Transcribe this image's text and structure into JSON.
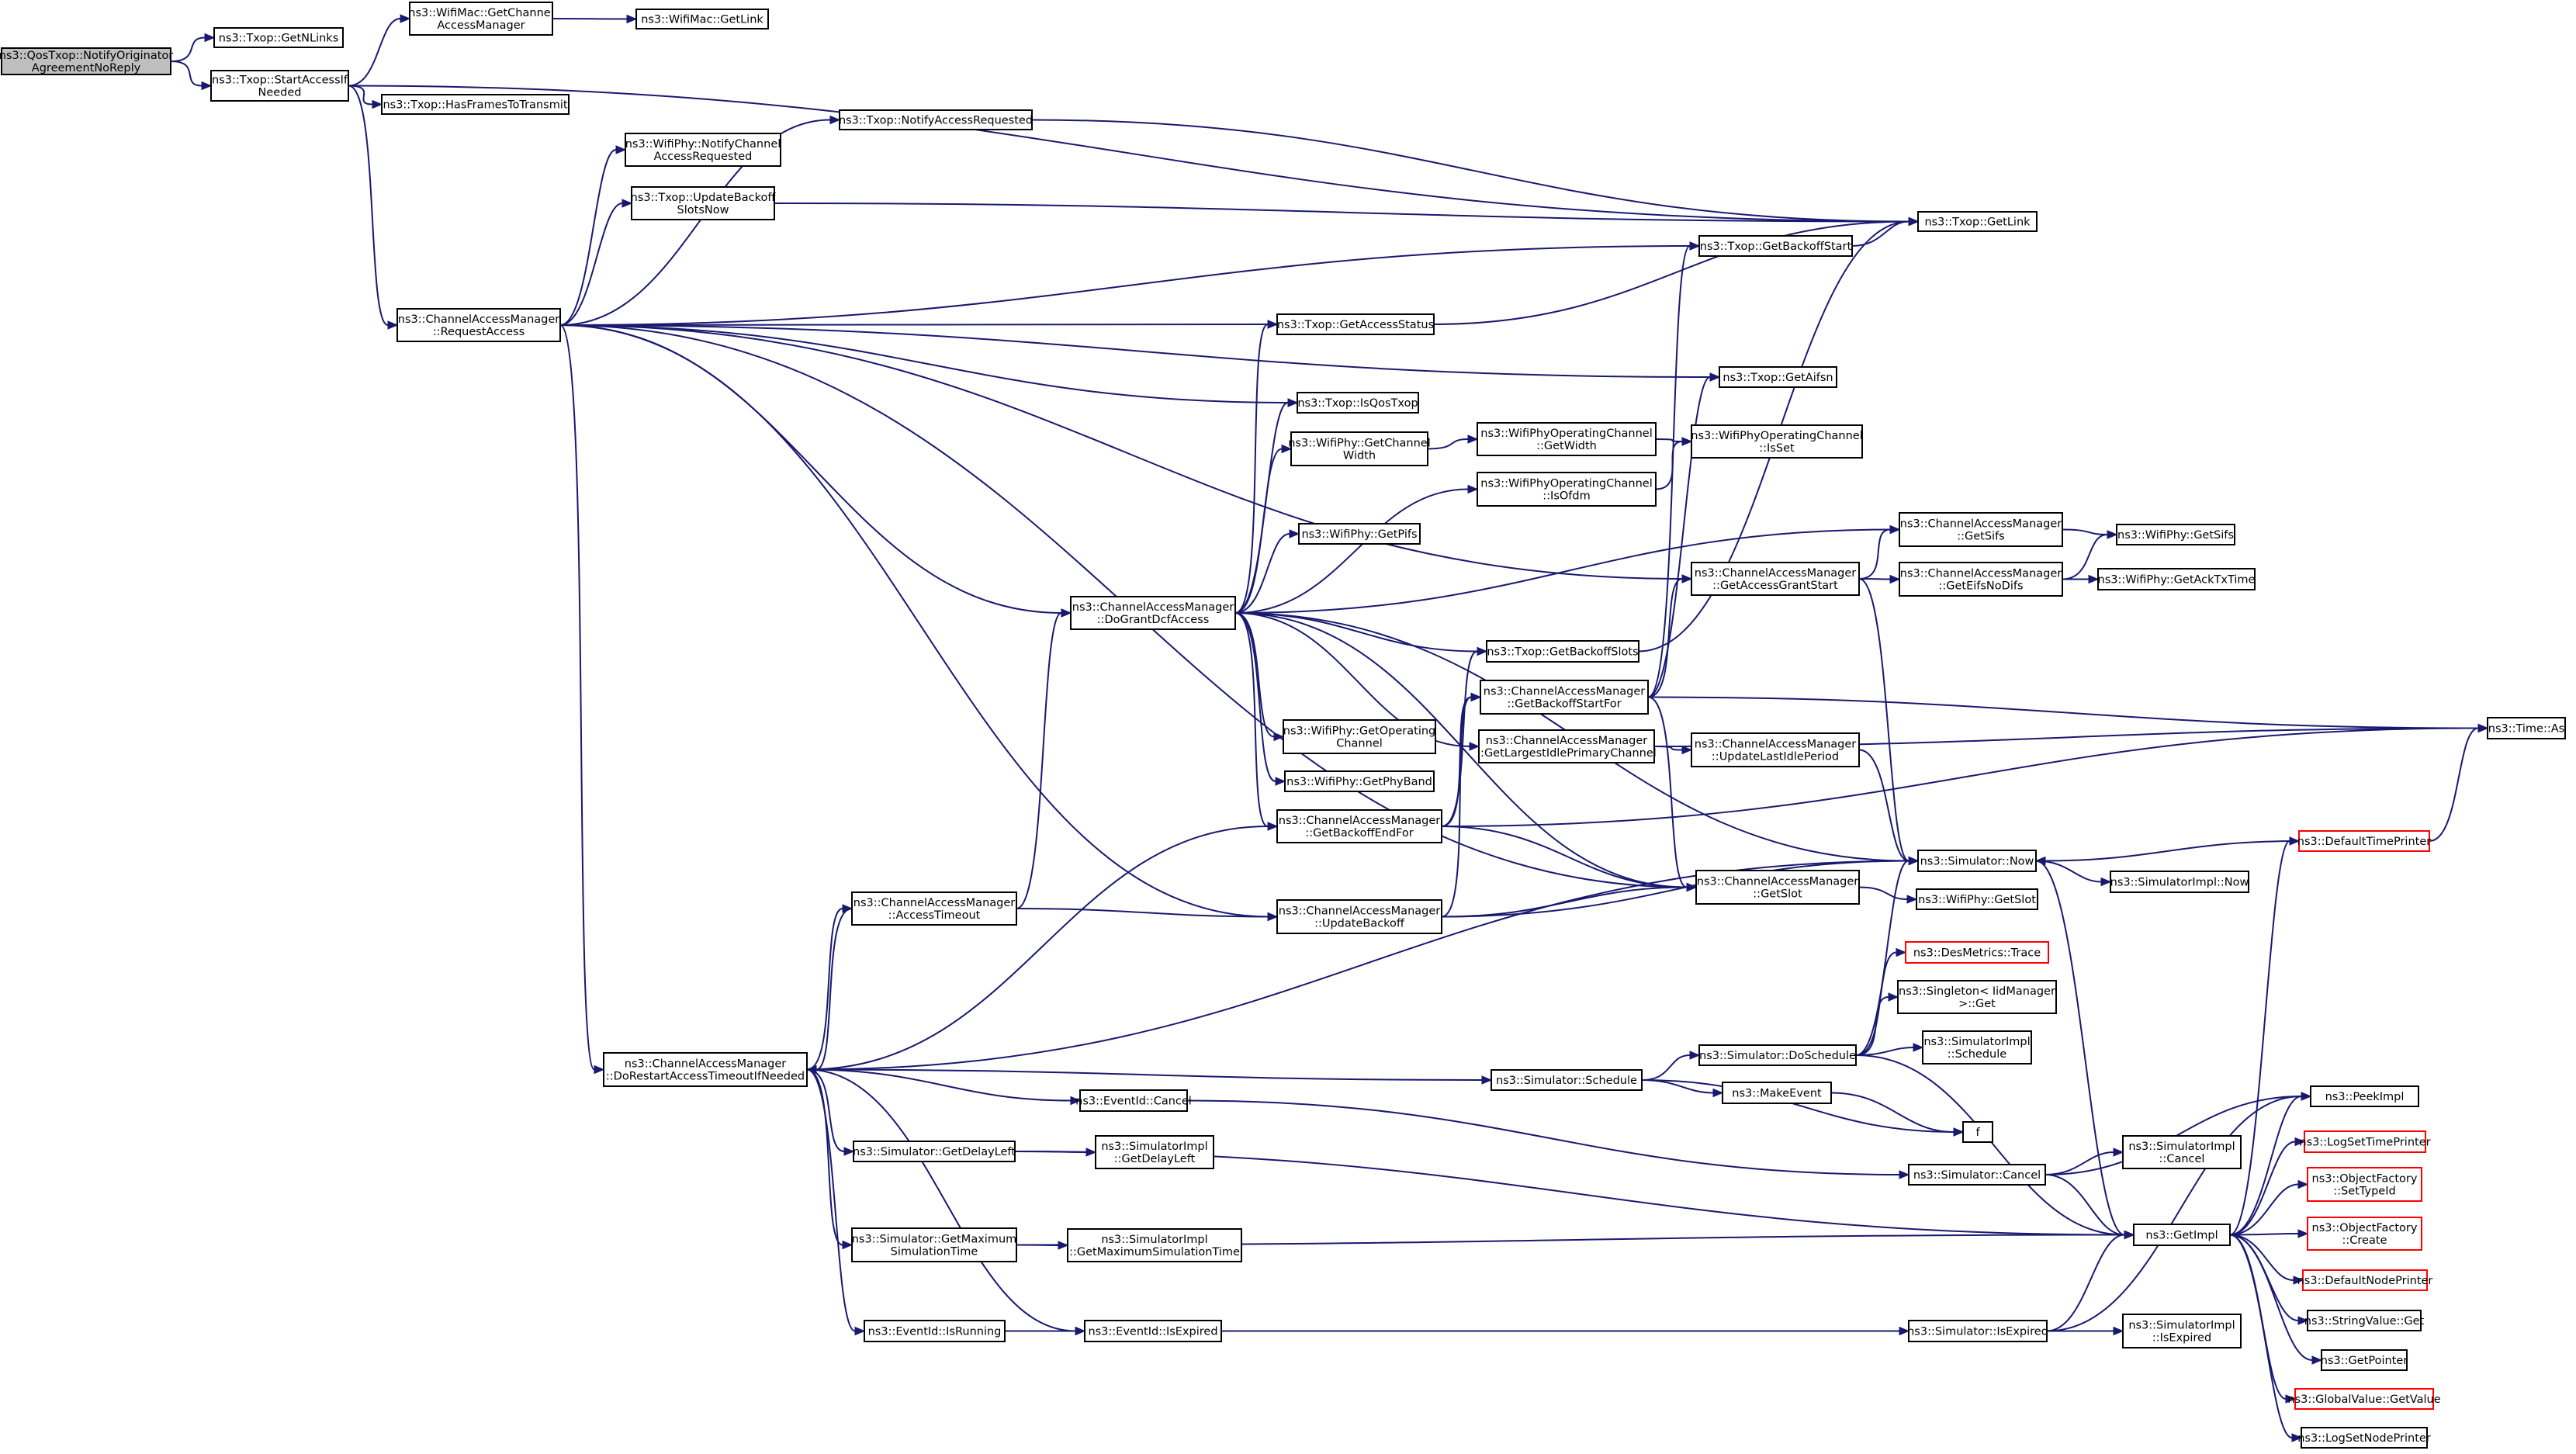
{
  "nodes": [
    {
      "id": "root",
      "lines": [
        "ns3::QosTxop::NotifyOriginator",
        "AgreementNoReply"
      ],
      "style": "root"
    },
    {
      "id": "txop_getnlinks",
      "lines": [
        "ns3::Txop::GetNLinks"
      ]
    },
    {
      "id": "txop_startaccess",
      "lines": [
        "ns3::Txop::StartAccessIf",
        "Needed"
      ]
    },
    {
      "id": "wifimac_getcam",
      "lines": [
        "ns3::WifiMac::GetChannel",
        "AccessManager"
      ]
    },
    {
      "id": "wifimac_getlink",
      "lines": [
        "ns3::WifiMac::GetLink"
      ]
    },
    {
      "id": "txop_hasframes",
      "lines": [
        "ns3::Txop::HasFramesToTransmit"
      ]
    },
    {
      "id": "txop_notifyaccess",
      "lines": [
        "ns3::Txop::NotifyAccessRequested"
      ]
    },
    {
      "id": "wifiphy_notifychan",
      "lines": [
        "ns3::WifiPhy::NotifyChannel",
        "AccessRequested"
      ]
    },
    {
      "id": "txop_updatebackoff",
      "lines": [
        "ns3::Txop::UpdateBackoff",
        "SlotsNow"
      ]
    },
    {
      "id": "cam_requestaccess",
      "lines": [
        "ns3::ChannelAccessManager",
        "::RequestAccess"
      ]
    },
    {
      "id": "txop_getlink",
      "lines": [
        "ns3::Txop::GetLink"
      ]
    },
    {
      "id": "txop_getbackoffstart",
      "lines": [
        "ns3::Txop::GetBackoffStart"
      ]
    },
    {
      "id": "txop_getaccessstatus",
      "lines": [
        "ns3::Txop::GetAccessStatus"
      ]
    },
    {
      "id": "txop_getaifsn",
      "lines": [
        "ns3::Txop::GetAifsn"
      ]
    },
    {
      "id": "txop_isqostxop",
      "lines": [
        "ns3::Txop::IsQosTxop"
      ]
    },
    {
      "id": "wifiphy_getchanwidth",
      "lines": [
        "ns3::WifiPhy::GetChannel",
        "Width"
      ]
    },
    {
      "id": "wpoc_getwidth",
      "lines": [
        "ns3::WifiPhyOperatingChannel",
        "::GetWidth"
      ]
    },
    {
      "id": "wpoc_isset",
      "lines": [
        "ns3::WifiPhyOperatingChannel",
        "::IsSet"
      ]
    },
    {
      "id": "wpoc_isofdm",
      "lines": [
        "ns3::WifiPhyOperatingChannel",
        "::IsOfdm"
      ]
    },
    {
      "id": "wifiphy_getpifs",
      "lines": [
        "ns3::WifiPhy::GetPifs"
      ]
    },
    {
      "id": "cam_getsifs",
      "lines": [
        "ns3::ChannelAccessManager",
        "::GetSifs"
      ]
    },
    {
      "id": "wifiphy_getsifs",
      "lines": [
        "ns3::WifiPhy::GetSifs"
      ]
    },
    {
      "id": "cam_dogrant",
      "lines": [
        "ns3::ChannelAccessManager",
        "::DoGrantDcfAccess"
      ]
    },
    {
      "id": "cam_getaccessgrantstart",
      "lines": [
        "ns3::ChannelAccessManager",
        "::GetAccessGrantStart"
      ]
    },
    {
      "id": "cam_geteifsnodifs",
      "lines": [
        "ns3::ChannelAccessManager",
        "::GetEifsNoDifs"
      ]
    },
    {
      "id": "wifiphy_getacktxtime",
      "lines": [
        "ns3::WifiPhy::GetAckTxTime"
      ]
    },
    {
      "id": "txop_getbackoffslots",
      "lines": [
        "ns3::Txop::GetBackoffSlots"
      ]
    },
    {
      "id": "cam_getbackoffstartfor",
      "lines": [
        "ns3::ChannelAccessManager",
        "::GetBackoffStartFor"
      ]
    },
    {
      "id": "time_as",
      "lines": [
        "ns3::Time::As"
      ]
    },
    {
      "id": "cam_getlargestidle",
      "lines": [
        "ns3::ChannelAccessManager",
        "::GetLargestIdlePrimaryChannel"
      ]
    },
    {
      "id": "cam_updatelastidle",
      "lines": [
        "ns3::ChannelAccessManager",
        "::UpdateLastIdlePeriod"
      ]
    },
    {
      "id": "wifiphy_getopchan",
      "lines": [
        "ns3::WifiPhy::GetOperating",
        "Channel"
      ]
    },
    {
      "id": "wifiphy_getphyband",
      "lines": [
        "ns3::WifiPhy::GetPhyBand"
      ]
    },
    {
      "id": "cam_getbackoffendfor",
      "lines": [
        "ns3::ChannelAccessManager",
        "::GetBackoffEndFor"
      ]
    },
    {
      "id": "defaulttimeprinter",
      "lines": [
        "ns3::DefaultTimePrinter"
      ],
      "style": "red"
    },
    {
      "id": "sim_now",
      "lines": [
        "ns3::Simulator::Now"
      ]
    },
    {
      "id": "simimpl_now",
      "lines": [
        "ns3::SimulatorImpl::Now"
      ]
    },
    {
      "id": "cam_accesstimeout",
      "lines": [
        "ns3::ChannelAccessManager",
        "::AccessTimeout"
      ]
    },
    {
      "id": "cam_updatebackoff",
      "lines": [
        "ns3::ChannelAccessManager",
        "::UpdateBackoff"
      ]
    },
    {
      "id": "cam_getslot",
      "lines": [
        "ns3::ChannelAccessManager",
        "::GetSlot"
      ]
    },
    {
      "id": "wifiphy_getslot",
      "lines": [
        "ns3::WifiPhy::GetSlot"
      ]
    },
    {
      "id": "desmetrics_trace",
      "lines": [
        "ns3::DesMetrics::Trace"
      ],
      "style": "red"
    },
    {
      "id": "singleton_get",
      "lines": [
        "ns3::Singleton< IidManager",
        ">::Get"
      ]
    },
    {
      "id": "simimpl_schedule",
      "lines": [
        "ns3::SimulatorImpl",
        "::Schedule"
      ]
    },
    {
      "id": "cam_dorestart",
      "lines": [
        "ns3::ChannelAccessManager",
        "::DoRestartAccessTimeoutIfNeeded"
      ]
    },
    {
      "id": "sim_schedule",
      "lines": [
        "ns3::Simulator::Schedule"
      ]
    },
    {
      "id": "sim_doschedule",
      "lines": [
        "ns3::Simulator::DoSchedule"
      ]
    },
    {
      "id": "makeevent",
      "lines": [
        "ns3::MakeEvent"
      ]
    },
    {
      "id": "f",
      "lines": [
        "f"
      ]
    },
    {
      "id": "eventid_cancel",
      "lines": [
        "ns3::EventId::Cancel"
      ]
    },
    {
      "id": "peekimpl",
      "lines": [
        "ns3::PeekImpl"
      ]
    },
    {
      "id": "sim_getdelayleft",
      "lines": [
        "ns3::Simulator::GetDelayLeft"
      ]
    },
    {
      "id": "simimpl_getdelayleft",
      "lines": [
        "ns3::SimulatorImpl",
        "::GetDelayLeft"
      ]
    },
    {
      "id": "simimpl_cancel",
      "lines": [
        "ns3::SimulatorImpl",
        "::Cancel"
      ]
    },
    {
      "id": "logsettimeprinter",
      "lines": [
        "ns3::LogSetTimePrinter"
      ],
      "style": "red"
    },
    {
      "id": "sim_cancel",
      "lines": [
        "ns3::Simulator::Cancel"
      ]
    },
    {
      "id": "objfactory_settypeid",
      "lines": [
        "ns3::ObjectFactory",
        "::SetTypeId"
      ],
      "style": "red"
    },
    {
      "id": "getimpl",
      "lines": [
        "ns3::GetImpl"
      ]
    },
    {
      "id": "objfactory_create",
      "lines": [
        "ns3::ObjectFactory",
        "::Create"
      ],
      "style": "red"
    },
    {
      "id": "sim_getmaxsimtime",
      "lines": [
        "ns3::Simulator::GetMaximum",
        "SimulationTime"
      ]
    },
    {
      "id": "simimpl_getmaxsimtime",
      "lines": [
        "ns3::SimulatorImpl",
        "::GetMaximumSimulationTime"
      ]
    },
    {
      "id": "defaultnodeprinter",
      "lines": [
        "ns3::DefaultNodePrinter"
      ],
      "style": "red"
    },
    {
      "id": "stringvalue_get",
      "lines": [
        "ns3::StringValue::Get"
      ]
    },
    {
      "id": "eventid_isrunning",
      "lines": [
        "ns3::EventId::IsRunning"
      ]
    },
    {
      "id": "eventid_isexpired",
      "lines": [
        "ns3::EventId::IsExpired"
      ]
    },
    {
      "id": "sim_isexpired",
      "lines": [
        "ns3::Simulator::IsExpired"
      ]
    },
    {
      "id": "simimpl_isexpired",
      "lines": [
        "ns3::SimulatorImpl",
        "::IsExpired"
      ]
    },
    {
      "id": "getpointer",
      "lines": [
        "ns3::GetPointer"
      ]
    },
    {
      "id": "globalvalue_getvalue",
      "lines": [
        "ns3::GlobalValue::GetValue"
      ],
      "style": "red"
    },
    {
      "id": "logsetnodeprinter",
      "lines": [
        "ns3::LogSetNodePrinter"
      ]
    }
  ],
  "edges": [
    [
      "root",
      "txop_getnlinks"
    ],
    [
      "root",
      "txop_startaccess"
    ],
    [
      "txop_startaccess",
      "wifimac_getcam"
    ],
    [
      "wifimac_getcam",
      "wifimac_getlink"
    ],
    [
      "txop_startaccess",
      "txop_getlink"
    ],
    [
      "txop_startaccess",
      "txop_hasframes"
    ],
    [
      "txop_startaccess",
      "cam_requestaccess"
    ],
    [
      "txop_notifyaccess",
      "txop_getlink"
    ],
    [
      "txop_updatebackoff",
      "txop_getlink"
    ],
    [
      "cam_requestaccess",
      "txop_notifyaccess"
    ],
    [
      "cam_requestaccess",
      "wifiphy_notifychan"
    ],
    [
      "cam_requestaccess",
      "txop_updatebackoff"
    ],
    [
      "cam_requestaccess",
      "txop_getbackoffstart"
    ],
    [
      "cam_requestaccess",
      "txop_getaccessstatus"
    ],
    [
      "cam_requestaccess",
      "txop_getaifsn"
    ],
    [
      "cam_requestaccess",
      "txop_isqostxop"
    ],
    [
      "cam_requestaccess",
      "cam_getaccessgrantstart"
    ],
    [
      "cam_requestaccess",
      "cam_dogrant"
    ],
    [
      "cam_requestaccess",
      "cam_updatebackoff"
    ],
    [
      "cam_requestaccess",
      "cam_getslot"
    ],
    [
      "cam_requestaccess",
      "cam_dorestart"
    ],
    [
      "txop_getbackoffstart",
      "txop_getlink"
    ],
    [
      "txop_getaccessstatus",
      "txop_getlink"
    ],
    [
      "wifiphy_getchanwidth",
      "wpoc_getwidth"
    ],
    [
      "wpoc_getwidth",
      "wpoc_isset"
    ],
    [
      "wpoc_isofdm",
      "wpoc_isset"
    ],
    [
      "cam_getsifs",
      "wifiphy_getsifs"
    ],
    [
      "cam_geteifsnodifs",
      "wifiphy_getsifs"
    ],
    [
      "cam_geteifsnodifs",
      "wifiphy_getacktxtime"
    ],
    [
      "cam_dogrant",
      "txop_getaccessstatus"
    ],
    [
      "cam_dogrant",
      "txop_isqostxop"
    ],
    [
      "cam_dogrant",
      "wifiphy_getchanwidth"
    ],
    [
      "cam_dogrant",
      "wpoc_isofdm"
    ],
    [
      "cam_dogrant",
      "wifiphy_getpifs"
    ],
    [
      "cam_dogrant",
      "cam_getsifs"
    ],
    [
      "cam_dogrant",
      "txop_getbackoffslots"
    ],
    [
      "cam_dogrant",
      "cam_getlargestidle"
    ],
    [
      "cam_dogrant",
      "wifiphy_getopchan"
    ],
    [
      "cam_dogrant",
      "wifiphy_getphyband"
    ],
    [
      "cam_dogrant",
      "cam_getbackoffendfor"
    ],
    [
      "cam_dogrant",
      "cam_getslot"
    ],
    [
      "cam_dogrant",
      "sim_now"
    ],
    [
      "cam_getaccessgrantstart",
      "cam_getsifs"
    ],
    [
      "cam_getaccessgrantstart",
      "cam_geteifsnodifs"
    ],
    [
      "cam_getaccessgrantstart",
      "sim_now"
    ],
    [
      "txop_getbackoffslots",
      "txop_getlink"
    ],
    [
      "cam_getbackoffstartfor",
      "cam_getaccessgrantstart"
    ],
    [
      "cam_getbackoffstartfor",
      "txop_getbackoffstart"
    ],
    [
      "cam_getbackoffstartfor",
      "txop_getaifsn"
    ],
    [
      "cam_getbackoffstartfor",
      "time_as"
    ],
    [
      "cam_getbackoffstartfor",
      "cam_getslot"
    ],
    [
      "cam_getlargestidle",
      "cam_updatelastidle"
    ],
    [
      "cam_getlargestidle",
      "time_as"
    ],
    [
      "cam_updatelastidle",
      "sim_now"
    ],
    [
      "cam_getbackoffendfor",
      "cam_getbackoffstartfor"
    ],
    [
      "cam_getbackoffendfor",
      "txop_getbackoffslots"
    ],
    [
      "cam_getbackoffendfor",
      "cam_getslot"
    ],
    [
      "cam_getbackoffendfor",
      "time_as"
    ],
    [
      "defaulttimeprinter",
      "time_as"
    ],
    [
      "defaulttimeprinter",
      "sim_now"
    ],
    [
      "sim_now",
      "simimpl_now"
    ],
    [
      "sim_now",
      "getimpl"
    ],
    [
      "cam_accesstimeout",
      "cam_dogrant"
    ],
    [
      "cam_accesstimeout",
      "cam_updatebackoff"
    ],
    [
      "cam_accesstimeout",
      "cam_dorestart"
    ],
    [
      "cam_updatebackoff",
      "cam_getbackoffstartfor"
    ],
    [
      "cam_updatebackoff",
      "cam_getslot"
    ],
    [
      "cam_updatebackoff",
      "sim_now"
    ],
    [
      "cam_getslot",
      "wifiphy_getslot"
    ],
    [
      "cam_dorestart",
      "cam_accesstimeout"
    ],
    [
      "cam_dorestart",
      "cam_getbackoffendfor"
    ],
    [
      "cam_dorestart",
      "sim_now"
    ],
    [
      "cam_dorestart",
      "sim_schedule"
    ],
    [
      "cam_dorestart",
      "eventid_cancel"
    ],
    [
      "cam_dorestart",
      "sim_getdelayleft"
    ],
    [
      "cam_dorestart",
      "sim_getmaxsimtime"
    ],
    [
      "cam_dorestart",
      "eventid_isrunning"
    ],
    [
      "cam_dorestart",
      "eventid_isexpired"
    ],
    [
      "sim_schedule",
      "sim_doschedule"
    ],
    [
      "sim_schedule",
      "makeevent"
    ],
    [
      "sim_schedule",
      "f"
    ],
    [
      "sim_doschedule",
      "sim_now"
    ],
    [
      "sim_doschedule",
      "desmetrics_trace"
    ],
    [
      "sim_doschedule",
      "singleton_get"
    ],
    [
      "sim_doschedule",
      "simimpl_schedule"
    ],
    [
      "sim_doschedule",
      "getimpl"
    ],
    [
      "makeevent",
      "f"
    ],
    [
      "eventid_cancel",
      "sim_cancel"
    ],
    [
      "sim_getdelayleft",
      "simimpl_getdelayleft"
    ],
    [
      "sim_getdelayleft",
      "getimpl"
    ],
    [
      "sim_cancel",
      "simimpl_cancel"
    ],
    [
      "sim_cancel",
      "getimpl"
    ],
    [
      "sim_cancel",
      "peekimpl"
    ],
    [
      "getimpl",
      "peekimpl"
    ],
    [
      "getimpl",
      "logsettimeprinter"
    ],
    [
      "getimpl",
      "objfactory_settypeid"
    ],
    [
      "getimpl",
      "objfactory_create"
    ],
    [
      "getimpl",
      "defaultnodeprinter"
    ],
    [
      "getimpl",
      "stringvalue_get"
    ],
    [
      "getimpl",
      "getpointer"
    ],
    [
      "getimpl",
      "globalvalue_getvalue"
    ],
    [
      "getimpl",
      "logsetnodeprinter"
    ],
    [
      "getimpl",
      "defaulttimeprinter"
    ],
    [
      "sim_getmaxsimtime",
      "simimpl_getmaxsimtime"
    ],
    [
      "sim_getmaxsimtime",
      "getimpl"
    ],
    [
      "eventid_isrunning",
      "eventid_isexpired"
    ],
    [
      "eventid_isexpired",
      "sim_isexpired"
    ],
    [
      "sim_isexpired",
      "simimpl_isexpired"
    ],
    [
      "sim_isexpired",
      "getimpl"
    ],
    [
      "sim_isexpired",
      "peekimpl"
    ]
  ]
}
